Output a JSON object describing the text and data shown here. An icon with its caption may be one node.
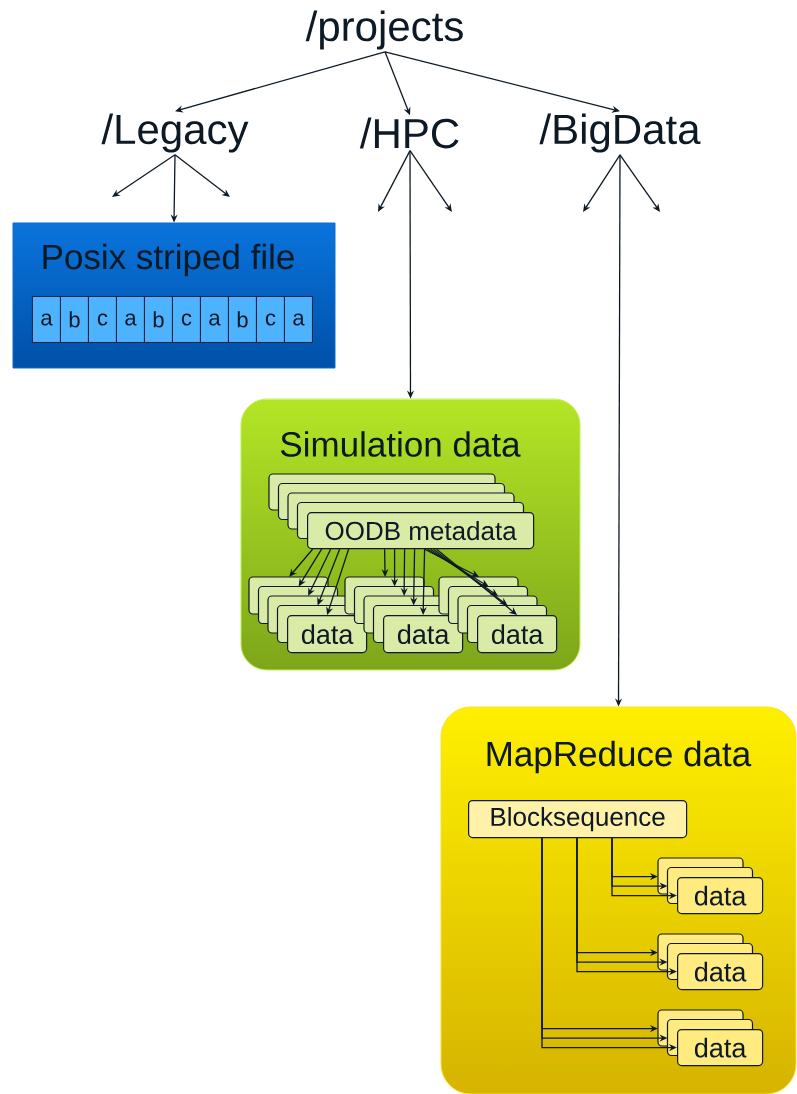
{
  "diagram": {
    "nodes": [
      {
        "text": [
          "/projects"
        ]
      },
      {
        "text": [
          "/Legacy"
        ]
      },
      {
        "text": [
          "/HPC"
        ]
      },
      {
        "text": [
          "/BigData"
        ]
      },
      {
        "text": [
          "Posix striped file"
        ]
      },
      {
        "text": [
          "a"
        ],
        "in": 4
      },
      {
        "text": [
          "b"
        ],
        "in": 4
      },
      {
        "text": [
          "c"
        ],
        "in": 4
      },
      {
        "text": [
          "a"
        ],
        "in": 4
      },
      {
        "text": [
          "b"
        ],
        "in": 4
      },
      {
        "text": [
          "c"
        ],
        "in": 4
      },
      {
        "text": [
          "a"
        ],
        "in": 4
      },
      {
        "text": [
          "b"
        ],
        "in": 4
      },
      {
        "text": [
          "c"
        ],
        "in": 4
      },
      {
        "text": [
          "a"
        ],
        "in": 4
      },
      {
        "text": [
          "Simulation data"
        ]
      },
      {
        "text": [
          "OODB metadata"
        ],
        "in": 15
      },
      {
        "text": [
          "data"
        ],
        "in": 15
      },
      {
        "text": [
          "data"
        ],
        "in": 15
      },
      {
        "text": [
          "data"
        ],
        "in": 15
      },
      {
        "text": [
          "MapReduce data"
        ]
      },
      {
        "text": [
          "Blocksequence"
        ],
        "in": 20
      },
      {
        "text": [
          "data"
        ],
        "in": 20
      },
      {
        "text": [
          "data"
        ],
        "in": 20
      },
      {
        "text": [
          "data"
        ],
        "in": 20
      }
    ],
    "edges": [
      {
        "from": 0,
        "to": 1,
        "arrow": "to"
      },
      {
        "from": 0,
        "to": 2,
        "arrow": "to"
      },
      {
        "from": 0,
        "to": 3,
        "arrow": "to"
      },
      {
        "from": 1,
        "to": null,
        "arrow": "to"
      },
      {
        "from": 1,
        "to": 4,
        "arrow": "to"
      },
      {
        "from": 1,
        "to": null,
        "arrow": "to"
      },
      {
        "from": 2,
        "to": null,
        "arrow": "to"
      },
      {
        "from": 2,
        "to": 15,
        "arrow": "to"
      },
      {
        "from": 2,
        "to": null,
        "arrow": "to"
      },
      {
        "from": 3,
        "to": null,
        "arrow": "to"
      },
      {
        "from": 3,
        "to": 20,
        "arrow": "to"
      },
      {
        "from": 3,
        "to": null,
        "arrow": "to"
      },
      {
        "from": 16,
        "to": 17,
        "arrow": "to"
      },
      {
        "from": 16,
        "to": 17,
        "arrow": "to"
      },
      {
        "from": 16,
        "to": 17,
        "arrow": "to"
      },
      {
        "from": 16,
        "to": 17,
        "arrow": "to"
      },
      {
        "from": 16,
        "to": 17,
        "arrow": "to"
      },
      {
        "from": 16,
        "to": 18,
        "arrow": "to"
      },
      {
        "from": 16,
        "to": 18,
        "arrow": "to"
      },
      {
        "from": 16,
        "to": 18,
        "arrow": "to"
      },
      {
        "from": 16,
        "to": 18,
        "arrow": "to"
      },
      {
        "from": 16,
        "to": 18,
        "arrow": "to"
      },
      {
        "from": 16,
        "to": 19,
        "arrow": "to"
      },
      {
        "from": 16,
        "to": 19,
        "arrow": "to"
      },
      {
        "from": 16,
        "to": 19,
        "arrow": "to"
      },
      {
        "from": 16,
        "to": 19,
        "arrow": "to"
      },
      {
        "from": 16,
        "to": 19,
        "arrow": "to"
      },
      {
        "from": 21,
        "to": 22,
        "arrow": "to"
      },
      {
        "from": 21,
        "to": 22,
        "arrow": "to"
      },
      {
        "from": 21,
        "to": 22,
        "arrow": "to"
      },
      {
        "from": 21,
        "to": 23,
        "arrow": "to"
      },
      {
        "from": 21,
        "to": 23,
        "arrow": "to"
      },
      {
        "from": 21,
        "to": 23,
        "arrow": "to"
      },
      {
        "from": 21,
        "to": 24,
        "arrow": "to"
      },
      {
        "from": 21,
        "to": 24,
        "arrow": "to"
      },
      {
        "from": 21,
        "to": 24,
        "arrow": "to"
      }
    ]
  }
}
